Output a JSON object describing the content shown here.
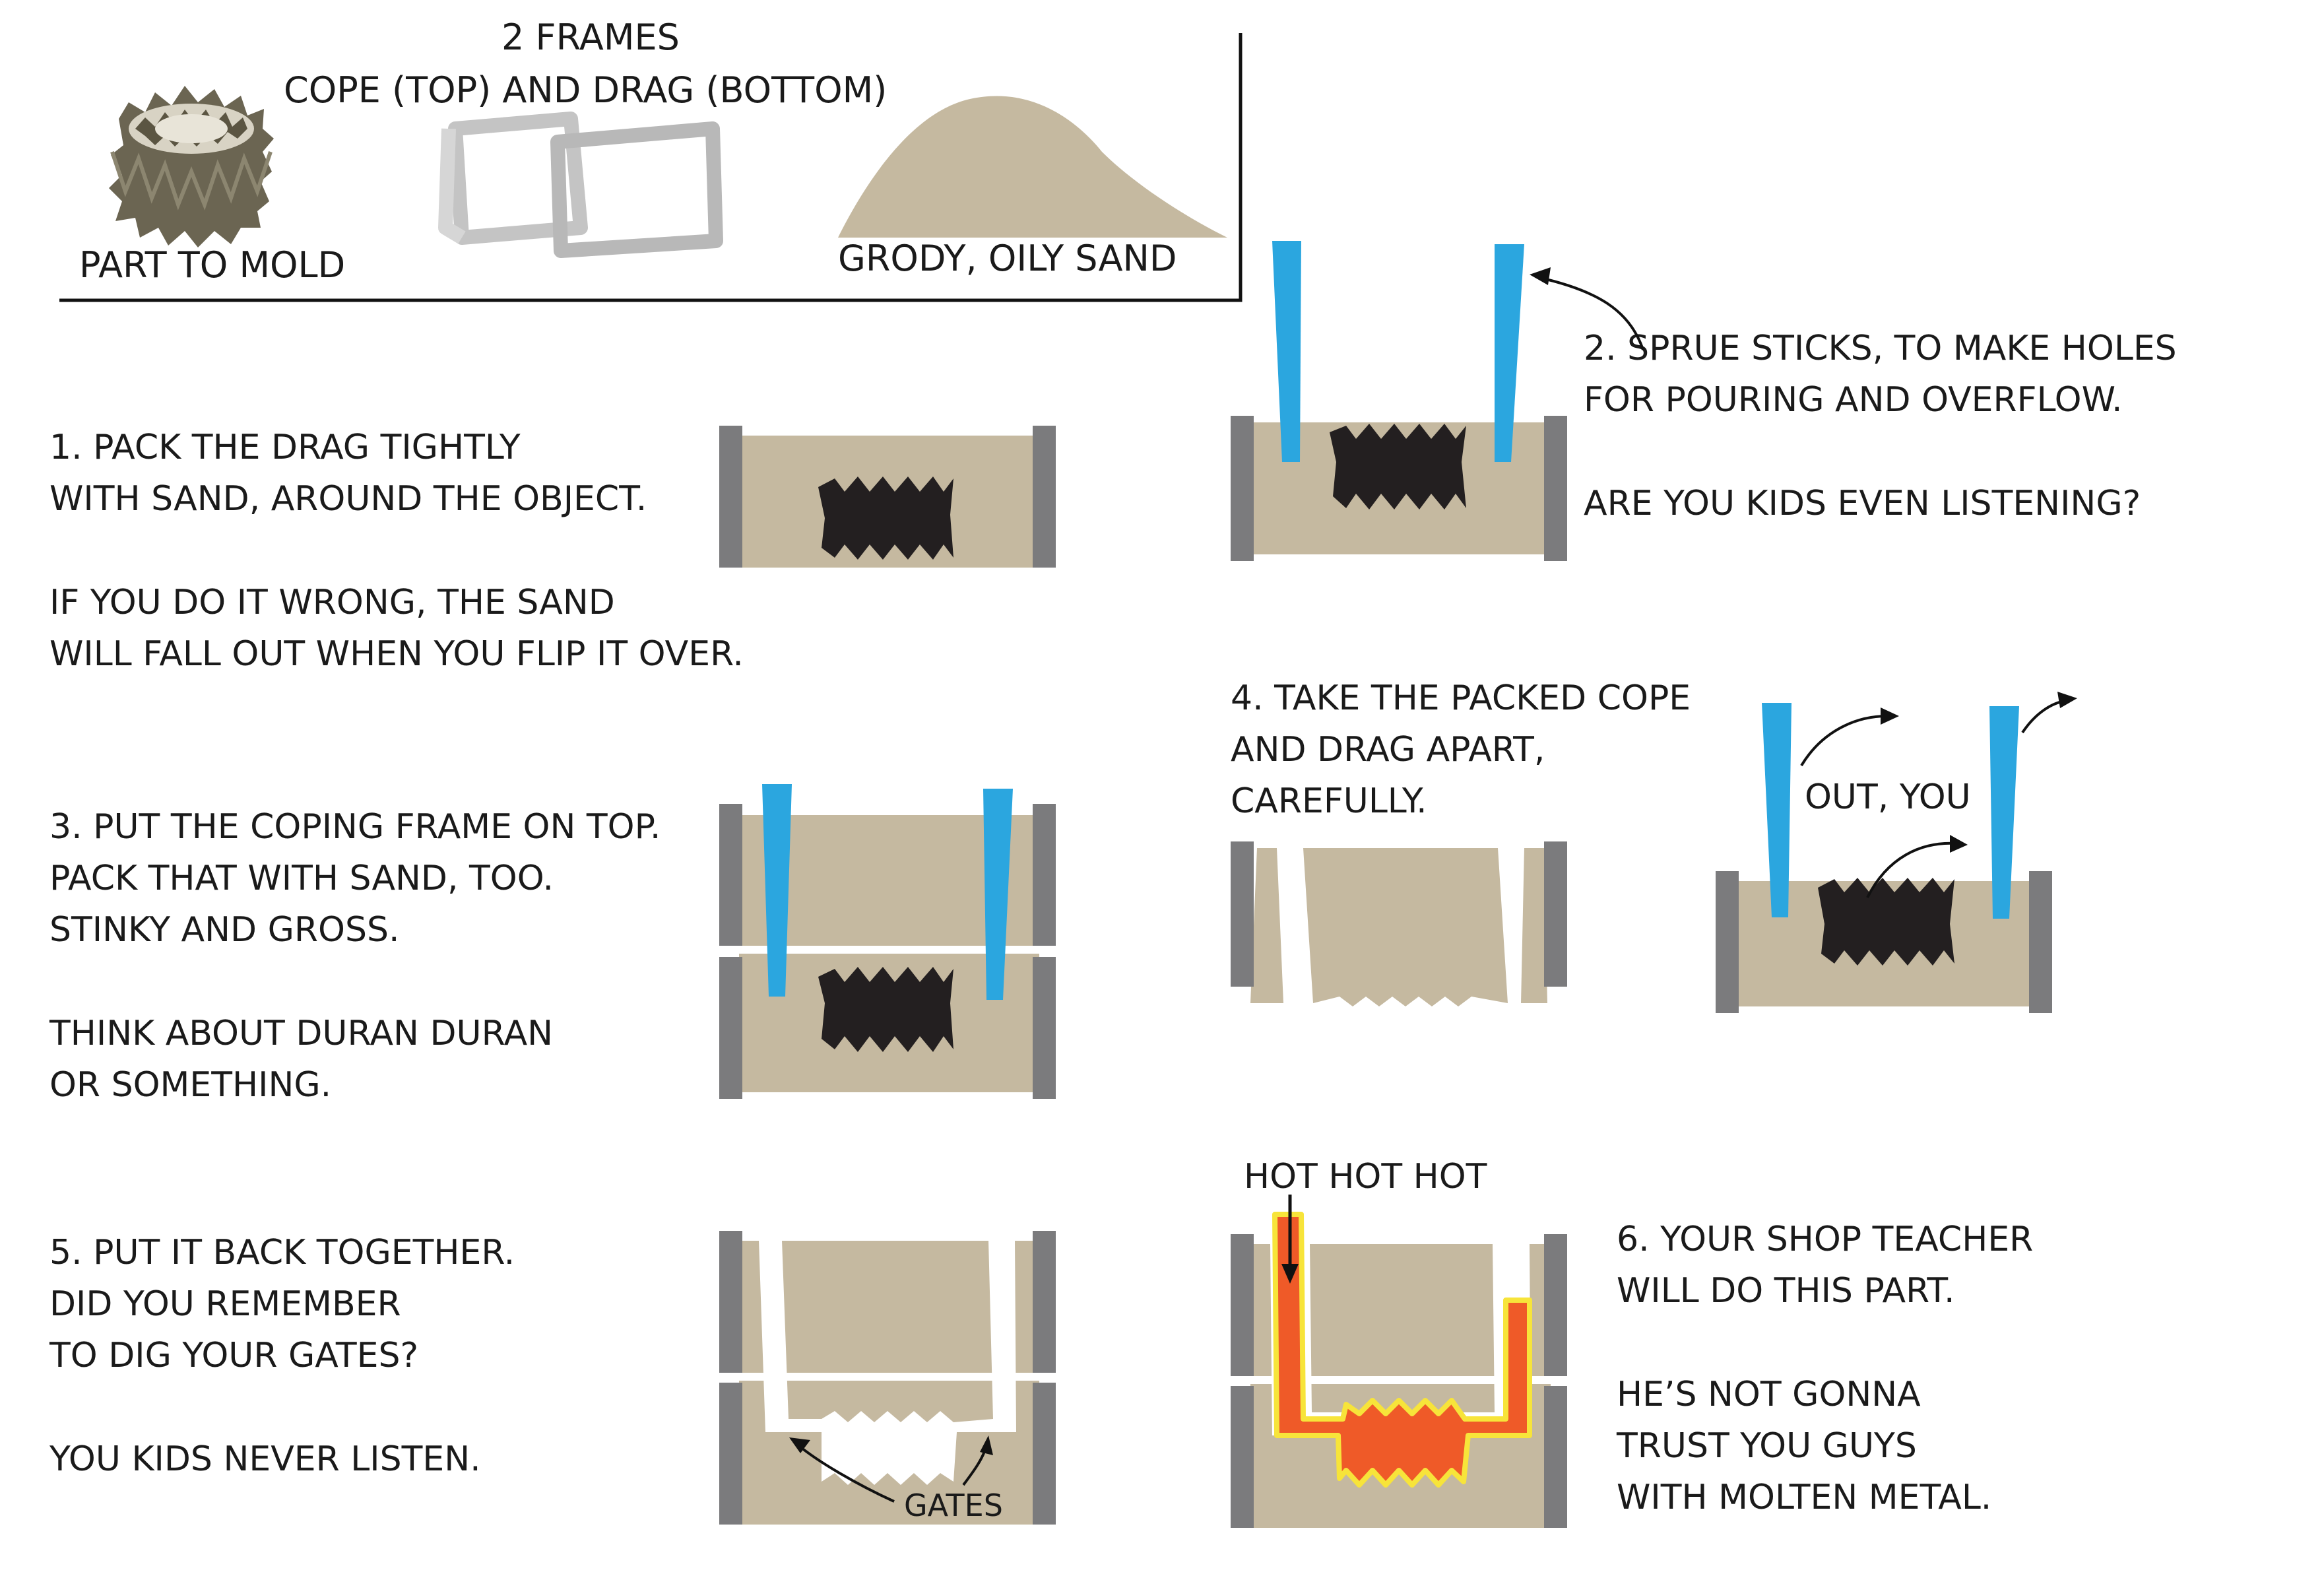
{
  "header": {
    "frames_count_label": "2 FRAMES",
    "frames_label": "COPE (TOP) AND DRAG (BOTTOM)",
    "part_label": "PART TO MOLD",
    "sand_label": "GRODY, OILY SAND"
  },
  "steps": {
    "step1": {
      "line1": "1. PACK THE DRAG TIGHTLY",
      "line2": "WITH SAND, AROUND THE OBJECT.",
      "line3": "IF YOU DO IT WRONG, THE SAND",
      "line4": "WILL FALL OUT WHEN YOU FLIP IT OVER."
    },
    "step2": {
      "line1": "2. SPRUE STICKS, TO MAKE HOLES",
      "line2": "FOR POURING AND OVERFLOW.",
      "line3": "ARE YOU KIDS EVEN LISTENING?"
    },
    "step3": {
      "line1": "3. PUT THE COPING FRAME ON TOP.",
      "line2": "PACK THAT WITH SAND, TOO.",
      "line3": "STINKY AND GROSS.",
      "line4": "THINK ABOUT DURAN DURAN",
      "line5": "OR SOMETHING."
    },
    "step4": {
      "line1": "4. TAKE THE PACKED COPE",
      "line2": "AND DRAG APART,",
      "line3": "CAREFULLY.",
      "out_label": "OUT, YOU"
    },
    "step5": {
      "line1": "5. PUT IT BACK TOGETHER.",
      "line2": "DID YOU REMEMBER",
      "line3": "TO DIG YOUR GATES?",
      "line4": "YOU KIDS NEVER LISTEN.",
      "gates_label": "GATES"
    },
    "step6": {
      "line1": "6. YOUR SHOP TEACHER",
      "line2": "WILL DO THIS PART.",
      "line3": "HE’S NOT GONNA",
      "line4": "TRUST YOU GUYS",
      "line5": "WITH MOLTEN METAL.",
      "hot_label": "HOT HOT HOT"
    }
  },
  "colors": {
    "sand": "#c5b9a0",
    "frame_post": "#7b7b7d",
    "part": "#231f20",
    "sprue_stick": "#2ba6df",
    "molten_metal": "#ef5a28",
    "molten_glow": "#f7e43a",
    "frame_outline": "#c8c8c8"
  }
}
